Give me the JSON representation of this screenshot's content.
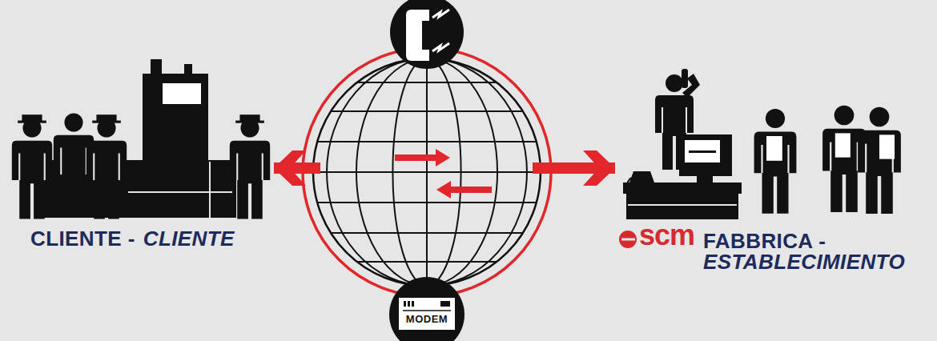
{
  "diagram": {
    "nodes": [
      {
        "text": [
          "CLIENTE -",
          "CLIENTE"
        ]
      },
      {
        "text": [
          "MODEM"
        ]
      },
      {
        "text": [
          "FABBRICA -",
          "ESTABLECIMIENTO"
        ]
      }
    ],
    "edges": [
      {
        "from": 1,
        "to": 0,
        "arrow": "to"
      },
      {
        "from": 1,
        "to": 2,
        "arrow": "to"
      }
    ],
    "labels": [
      "scm"
    ]
  }
}
